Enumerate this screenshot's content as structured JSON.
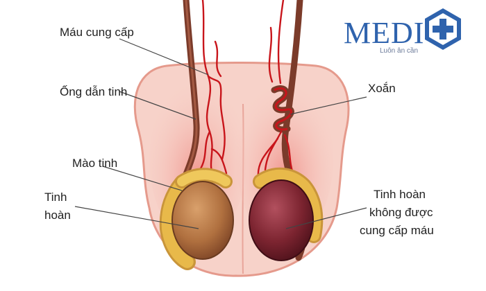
{
  "brand": {
    "name": "MEDI",
    "tagline": "Luôn ân cần",
    "color": "#2f63ad",
    "icon": "medical-cross-icon"
  },
  "labels": {
    "blood_supply": "Máu cung cấp",
    "vas_deferens": "Ống dẫn tinh",
    "epididymis": "Mào tinh",
    "testis_line1": "Tinh",
    "testis_line2": "hoàn",
    "torsion": "Xoắn",
    "testis_no_blood_line1": "Tinh hoàn",
    "testis_no_blood_line2": "không được",
    "testis_no_blood_line3": "cung cấp máu"
  },
  "colors": {
    "skin": "#f7d2c9",
    "skin_edge": "#e59a8c",
    "inner_glow": "#f3a9a0",
    "vessel": "#c8151b",
    "duct": "#7b3b2a",
    "healthy_testis": "#b0703f",
    "ischemic_testis": "#7c2430",
    "epididymis": "#e8b94a"
  }
}
